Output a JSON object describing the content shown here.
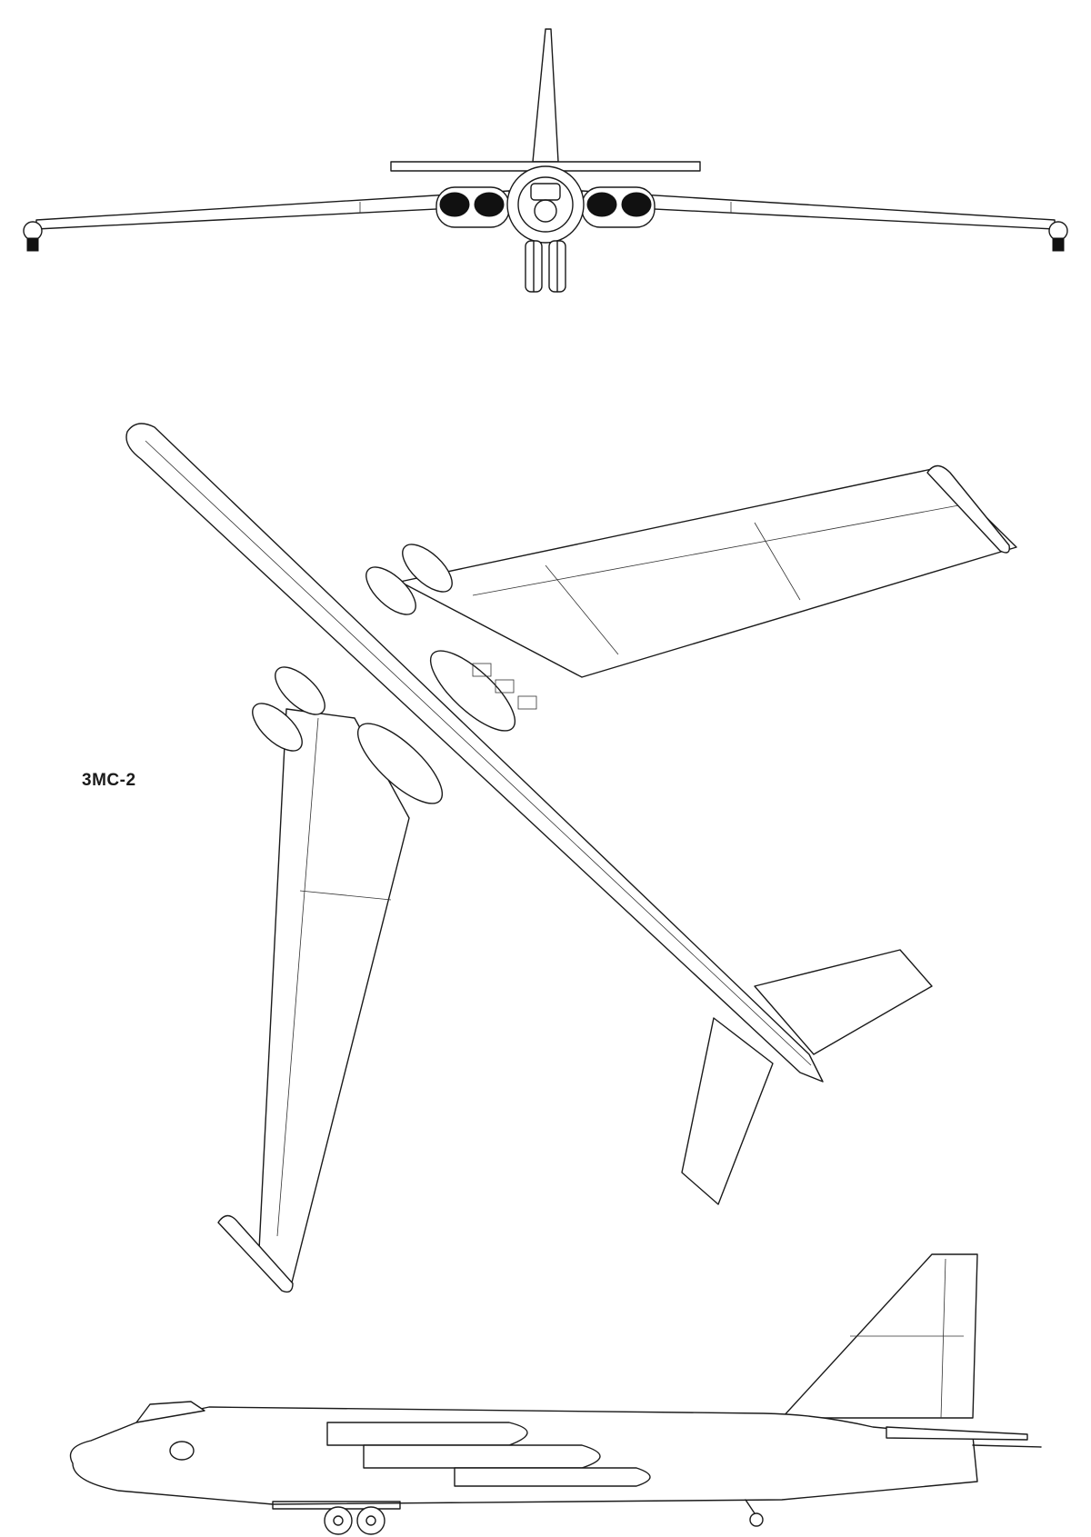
{
  "drawing": {
    "designation": "3MC-2",
    "views": [
      "front-view",
      "plan-view",
      "side-view"
    ],
    "line_color": "#1a1a1a",
    "background": "#ffffff"
  }
}
